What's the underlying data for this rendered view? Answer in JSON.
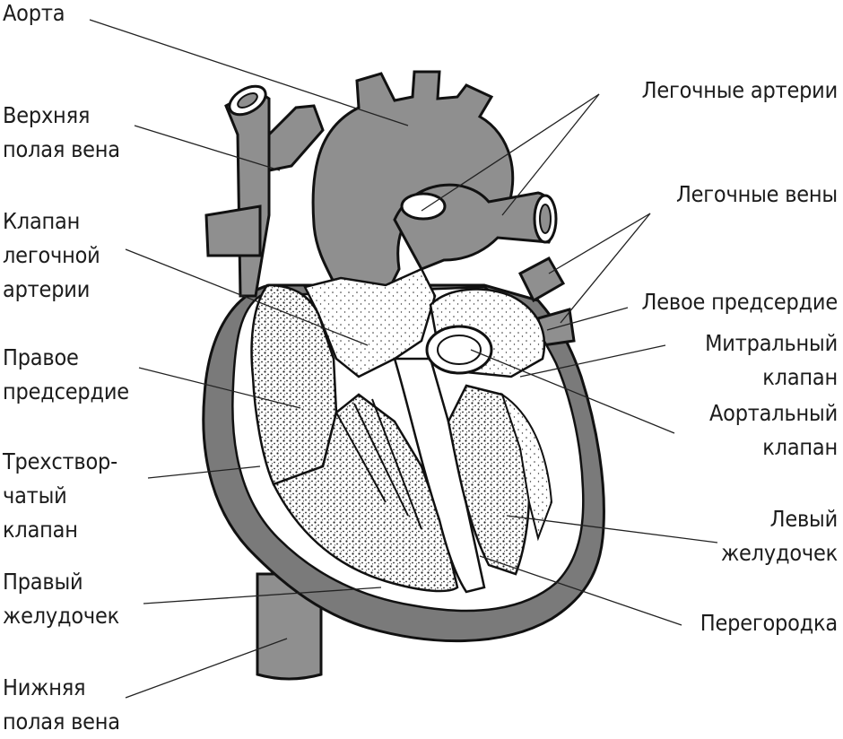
{
  "labels": {
    "aorta": [
      "Аорта"
    ],
    "svc": [
      "Верхняя",
      "полая вена"
    ],
    "pulm_valve": [
      "Клапан",
      "легочной",
      "артерии"
    ],
    "right_atrium": [
      "Правое",
      "предсердие"
    ],
    "tricuspid": [
      "Трехствор-",
      "чатый",
      "клапан"
    ],
    "right_ventricle": [
      "Правый",
      "желудочек"
    ],
    "ivc": [
      "Нижняя",
      "полая вена"
    ],
    "pulm_arteries": [
      "Легочные артерии"
    ],
    "pulm_veins": [
      "Легочные вены"
    ],
    "left_atrium": [
      "Левое предсердие"
    ],
    "mitral": [
      "Митральный",
      "клапан"
    ],
    "aortic_valve": [
      "Аортальный",
      "клапан"
    ],
    "left_ventricle": [
      "Левый",
      "желудочек"
    ],
    "septum": [
      "Перегородка"
    ]
  },
  "colors": {
    "vessel": "#8f8f8f",
    "outline": "#111111",
    "wall": "#7a7a7a",
    "chamber": "#ffffff",
    "text": "#1c1c1c"
  }
}
